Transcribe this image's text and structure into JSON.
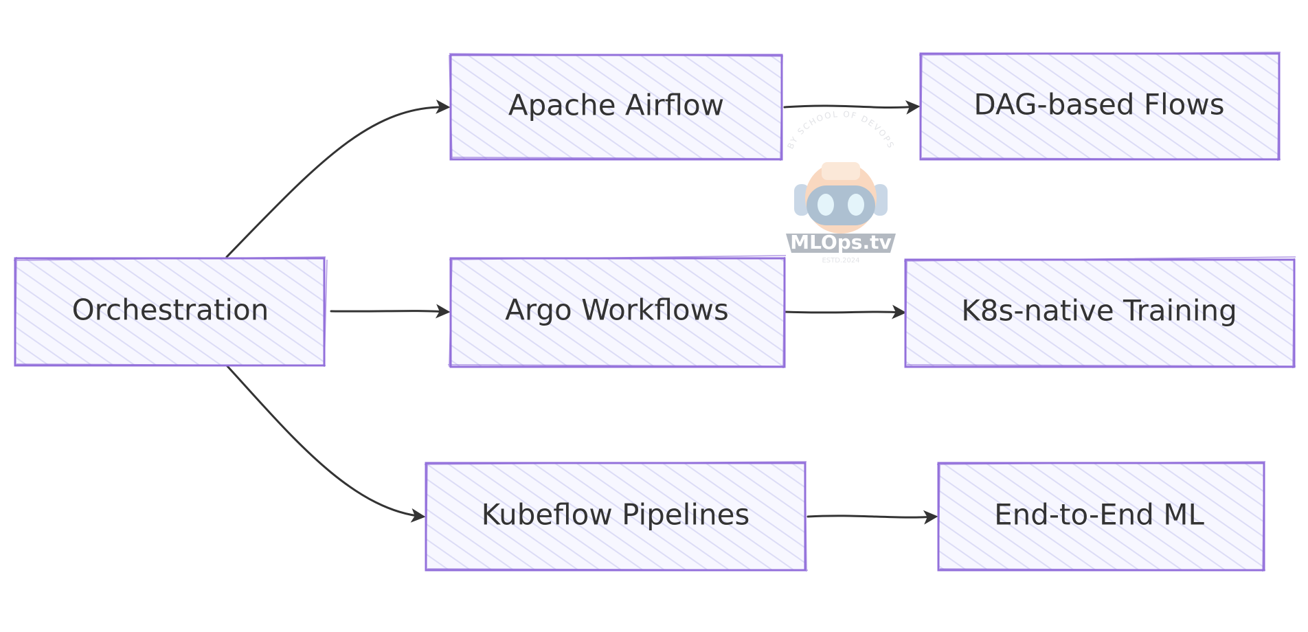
{
  "diagram": {
    "nodes": {
      "orchestration": "Orchestration",
      "airflow": "Apache Airflow",
      "argo": "Argo Workflows",
      "kubeflow": "Kubeflow Pipelines",
      "dag": "DAG-based Flows",
      "k8s": "K8s-native Training",
      "e2e": "End-to-End ML"
    },
    "edges": [
      {
        "from": "orchestration",
        "to": "airflow"
      },
      {
        "from": "orchestration",
        "to": "argo"
      },
      {
        "from": "orchestration",
        "to": "kubeflow"
      },
      {
        "from": "airflow",
        "to": "dag"
      },
      {
        "from": "argo",
        "to": "k8s"
      },
      {
        "from": "kubeflow",
        "to": "e2e"
      }
    ]
  },
  "watermark": {
    "brand": "MLOps.tv",
    "tagline": "BY SCHOOL OF DEVOPS",
    "established": "ESTD.2024"
  },
  "colors": {
    "node_fill": "#ECECFF",
    "node_stroke": "#9370DB",
    "edge": "#333333",
    "text": "#333333"
  }
}
